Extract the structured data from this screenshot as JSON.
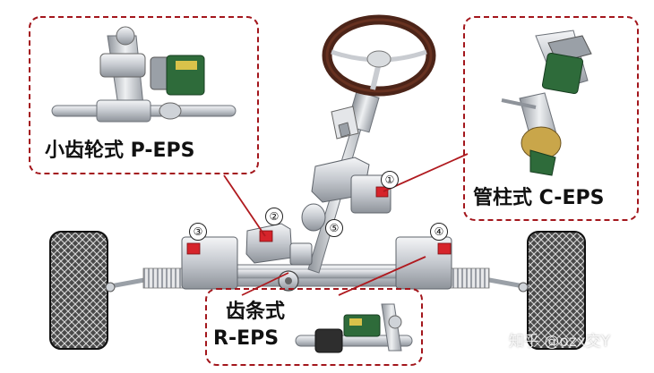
{
  "callouts": {
    "pinion": {
      "label": "小齿轮式 P-EPS"
    },
    "column": {
      "label": "管柱式 C-EPS"
    },
    "rack": {
      "label_line1": "齿条式",
      "label_line2": "R-EPS"
    }
  },
  "markers": {
    "m1": "①",
    "m2": "②",
    "m3": "③",
    "m4": "④",
    "m5": "⑤"
  },
  "watermark": "知乎 @ozx交Y",
  "colors": {
    "callout_border": "#a3161c",
    "leader_line": "#b01a1f",
    "highlight": "#d6242b",
    "steering_wheel": "#5a2a1c",
    "pcb_green": "#2e6b3a",
    "steel": "#c9ccd1",
    "tire": "#3a3a3a"
  }
}
